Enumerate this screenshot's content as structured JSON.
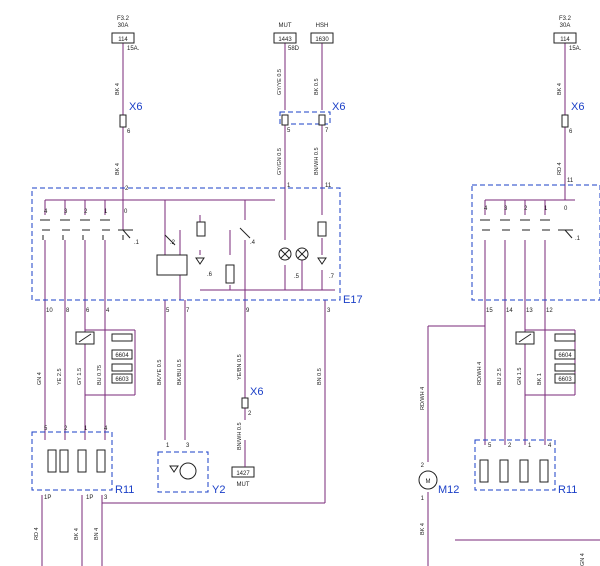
{
  "fuses": {
    "left": {
      "name": "F3.2",
      "rating": "30A",
      "terminal": "114",
      "amp": "15A."
    },
    "right": {
      "name": "F3.2",
      "rating": "30A",
      "terminal": "114",
      "amp": "15A."
    }
  },
  "terminals": {
    "mut": {
      "name": "MUT",
      "num": "1443",
      "pin": "58D"
    },
    "hsh": {
      "name": "HSH",
      "num": "1630"
    },
    "mut_bottom": {
      "num": "1427",
      "name": "MUT"
    }
  },
  "connectors": {
    "x6_top_left": {
      "name": "X6",
      "pin": "6"
    },
    "x6_top_mid": {
      "name": "X6",
      "pins": [
        "5",
        "7"
      ]
    },
    "x6_bottom": {
      "name": "X6",
      "pin": "2"
    },
    "x6_top_right": {
      "name": "X6",
      "pin": "6"
    }
  },
  "wires": {
    "bk4_top": "BK 4",
    "bk4_mid": "BK 4",
    "gyye": "GY/YE 0.5",
    "bk05": "BK 0.5",
    "gygn": "GY/GN 0.5",
    "bnwh": "BN/WH 0.5",
    "gn4": "GN 4",
    "ye25": "YE 2.5",
    "gy15": "GY 1.5",
    "bu075": "BU 0.75",
    "bkye": "BK/YE 0.5",
    "bkbu": "BK/BU 0.5",
    "yebn": "YE/BN 0.5",
    "bnwh_low": "BN/WH 0.5",
    "bn05": "BN 0.5",
    "rd4": "RD 4",
    "bk4_low": "BK 4",
    "bn4": "BN 4",
    "bk4_r": "BK 4",
    "rd4_r": "RD 4",
    "rdwh": "RD/WH 4",
    "bu25": "BU 2.5",
    "gn15": "GN 1.5",
    "bk1": "BK 1",
    "rdwh4_left": "RD/WH 4",
    "bk4_right_low": "BK 4",
    "gn4_right": "GN 4"
  },
  "modules": {
    "e17": {
      "name": "E17",
      "pins_top": [
        "4",
        "3",
        "2",
        "1",
        "0"
      ],
      "contacts": [
        ".1",
        ".2",
        ".4",
        ".5",
        ".6",
        ".7"
      ],
      "pin_2": "2",
      "pin_1": "1",
      "pin_11": "11",
      "bottom_pins": [
        "10",
        "8",
        "6",
        "4",
        "5",
        "7",
        "9",
        "3"
      ]
    },
    "e17_right": {
      "pins_top": [
        "4",
        "3",
        "2",
        "1",
        "0"
      ],
      "contact": ".1",
      "pin_11": "11",
      "bottom_pins": [
        "15",
        "14",
        "13",
        "12"
      ]
    },
    "r11_left": {
      "name": "R11",
      "pins": [
        "5",
        "2",
        "1",
        "4"
      ],
      "bottom": [
        "1P",
        "1P",
        "3"
      ]
    },
    "r11_right": {
      "name": "R11",
      "pins": [
        "5",
        "2",
        "1",
        "4"
      ]
    },
    "y2": {
      "name": "Y2",
      "pins": [
        "1",
        "3"
      ]
    },
    "m12": {
      "name": "M12",
      "pins": [
        "2",
        "1"
      ],
      "motor": "M"
    }
  },
  "sensors": {
    "left_upper": "6604",
    "left_lower": "6603",
    "right_upper": "6604",
    "right_lower": "6603"
  },
  "colors": {
    "wire": "#7a2a7a",
    "box": "#1a3fc7",
    "text": "#222222"
  }
}
